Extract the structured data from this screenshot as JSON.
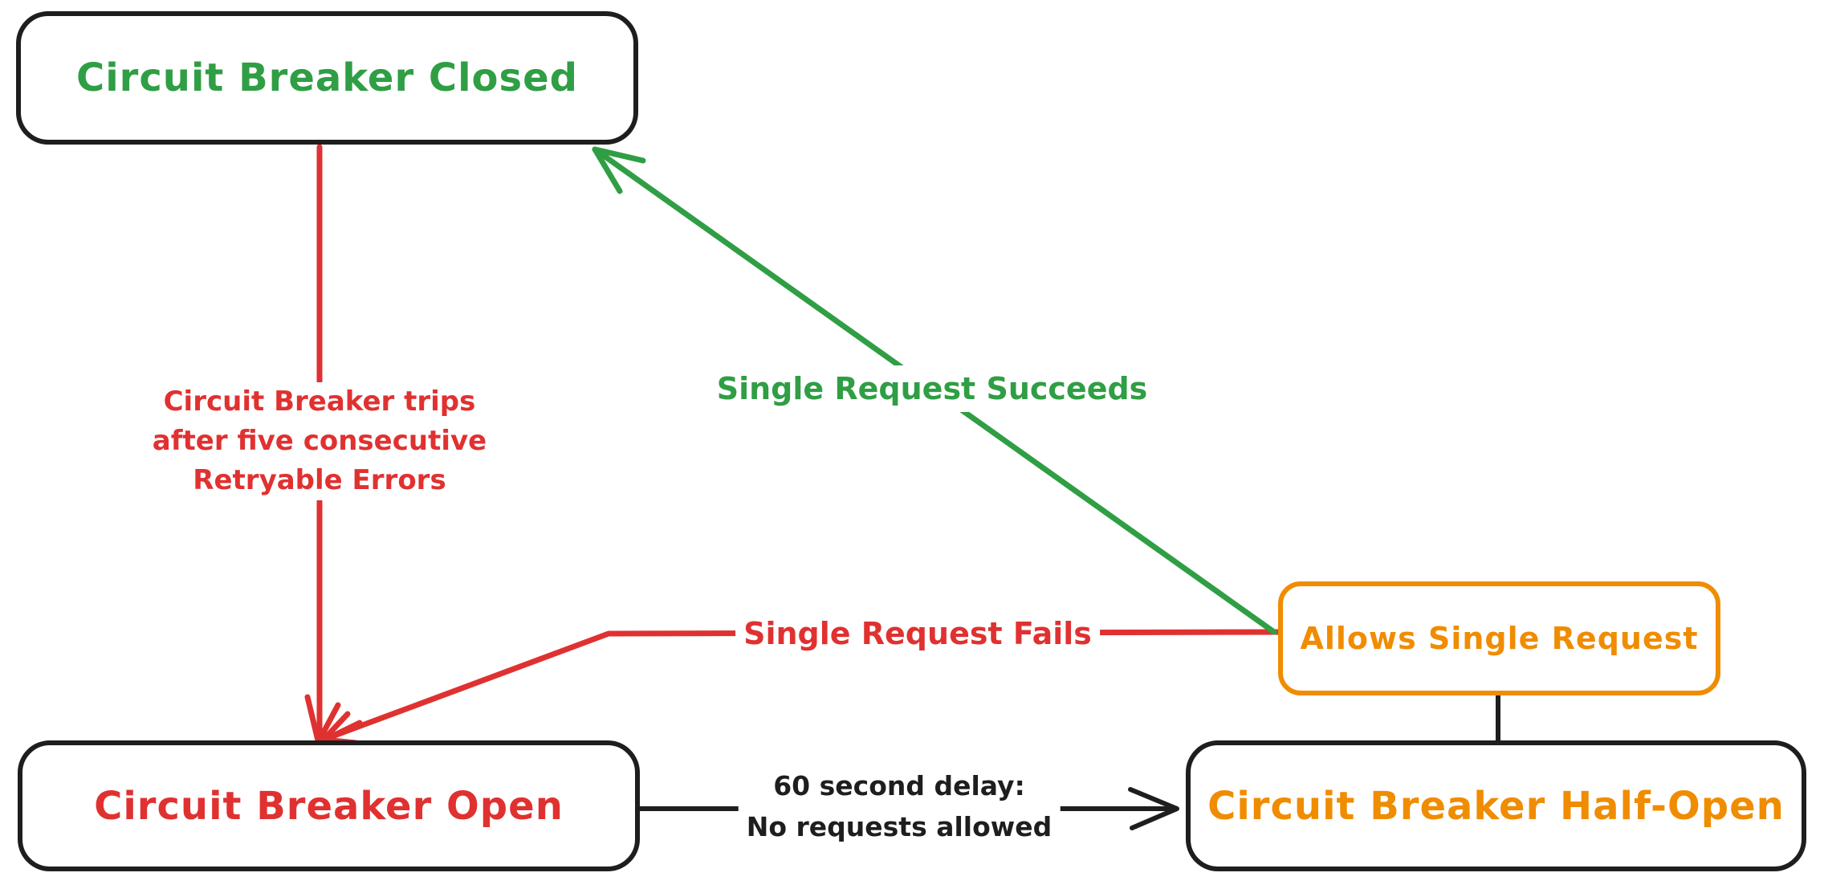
{
  "colors": {
    "green": "#2f9e44",
    "red": "#e03131",
    "orange": "#f08c00",
    "ink": "#1e1e1e",
    "background": "#ffffff"
  },
  "nodes": {
    "closed": {
      "label": "Circuit Breaker Closed",
      "text_color": "#2f9e44",
      "border_color": "#1e1e1e"
    },
    "open": {
      "label": "Circuit Breaker Open",
      "text_color": "#e03131",
      "border_color": "#1e1e1e"
    },
    "half_open": {
      "label": "Circuit Breaker Half-Open",
      "text_color": "#f08c00",
      "border_color": "#1e1e1e"
    },
    "allows": {
      "label": "Allows Single Request",
      "text_color": "#f08c00",
      "border_color": "#f08c00"
    }
  },
  "edges": {
    "trip": {
      "from": "closed",
      "to": "open",
      "color": "#e03131",
      "line1": "Circuit Breaker trips",
      "line2": "after five consecutive",
      "line3": "Retryable Errors"
    },
    "succeeds": {
      "from": "allows",
      "to": "closed",
      "color": "#2f9e44",
      "label": "Single Request Succeeds"
    },
    "fails": {
      "from": "allows",
      "to": "open",
      "color": "#e03131",
      "label": "Single Request Fails"
    },
    "delay": {
      "from": "open",
      "to": "half_open",
      "color": "#1e1e1e",
      "line1": "60 second delay:",
      "line2": "No requests allowed"
    },
    "connector": {
      "from": "half_open",
      "to": "allows",
      "color": "#1e1e1e",
      "label": ""
    }
  }
}
